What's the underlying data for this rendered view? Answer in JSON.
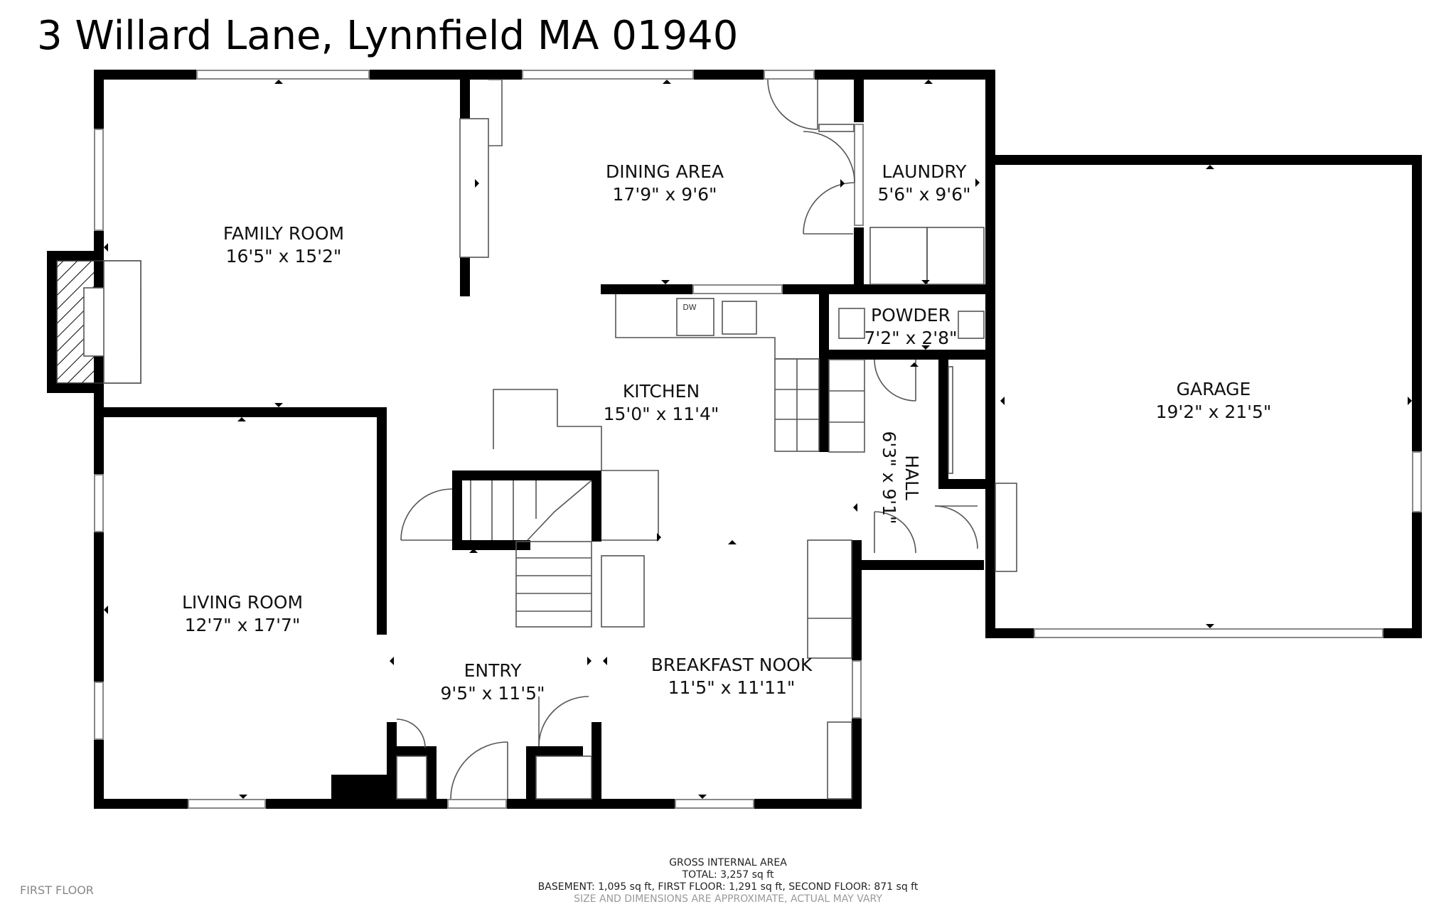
{
  "title": "3 Willard Lane, Lynnfield MA 01940",
  "rooms": {
    "family_room": {
      "name": "FAMILY ROOM",
      "dims": "16'5\" x 15'2\""
    },
    "dining_area": {
      "name": "DINING AREA",
      "dims": "17'9\" x 9'6\""
    },
    "laundry": {
      "name": "LAUNDRY",
      "dims": "5'6\" x 9'6\""
    },
    "powder": {
      "name": "POWDER",
      "dims": "7'2\" x 2'8\""
    },
    "kitchen": {
      "name": "KITCHEN",
      "dims": "15'0\" x 11'4\""
    },
    "garage": {
      "name": "GARAGE",
      "dims": "19'2\" x 21'5\""
    },
    "hall": {
      "name": "HALL",
      "dims": "6'3\" x 9'1\""
    },
    "living_room": {
      "name": "LIVING ROOM",
      "dims": "12'7\" x 17'7\""
    },
    "entry": {
      "name": "ENTRY",
      "dims": "9'5\" x 11'5\""
    },
    "breakfast_nook": {
      "name": "BREAKFAST NOOK",
      "dims": "11'5\" x 11'11\""
    }
  },
  "appliance": {
    "dw": "DW"
  },
  "footer": {
    "heading": "GROSS INTERNAL AREA",
    "total": "TOTAL: 3,257 sq ft",
    "breakdown": "BASEMENT: 1,095 sq ft, FIRST FLOOR: 1,291 sq ft, SECOND FLOOR: 871 sq ft",
    "note": "SIZE AND DIMENSIONS ARE APPROXIMATE, ACTUAL MAY VARY"
  },
  "floor_label": "FIRST FLOOR",
  "colors": {
    "wall": "#000000",
    "thin": "#555555",
    "window": "#888888",
    "background": "#ffffff"
  }
}
